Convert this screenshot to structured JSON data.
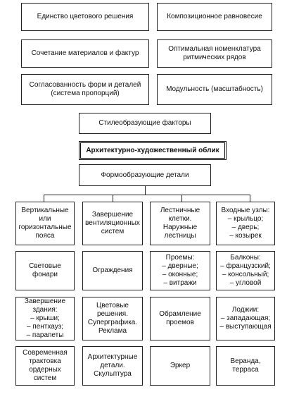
{
  "top_boxes": {
    "r1_left": "Единство цветового решения",
    "r1_right": "Композиционное равновесие",
    "r2_left": "Сочетание материалов и фактур",
    "r2_right_1": "Оптимальная номенклатура",
    "r2_right_2": "ритмических рядов",
    "r3_left_1": "Согласованность форм и деталей",
    "r3_left_2": "(система пропорций)",
    "r3_right": "Модульность (масштабность)"
  },
  "center": {
    "style_factors": "Стилеобразующие факторы",
    "arch_look": "Архитектурно-художественный облик",
    "form_details": "Формообразующие детали"
  },
  "grid": {
    "c1": {
      "r1_1": "Вертикальные или",
      "r1_2": "горизонтальные",
      "r1_3": "пояса",
      "r2": "Световые фонари",
      "r3_1": "Завершение",
      "r3_2": "здания:",
      "r3_3": "– крыши;",
      "r3_4": "– пентхауз;",
      "r3_5": "– парапеты",
      "r4_1": "Современная",
      "r4_2": "трактовка",
      "r4_3": "ордерных систем"
    },
    "c2": {
      "r1_1": "Завершение",
      "r1_2": "вентиляционных",
      "r1_3": "систем",
      "r2": "Ограждения",
      "r3_1": "Цветовые",
      "r3_2": "решения.",
      "r3_3": "Суперграфика.",
      "r3_4": "Реклама",
      "r4_1": "Архитектурные",
      "r4_2": "детали.",
      "r4_3": "Скульптура"
    },
    "c3": {
      "r1_1": "Лестничные",
      "r1_2": "клетки.",
      "r1_3": "Наружные",
      "r1_4": "лестницы",
      "r2_1": "Проемы:",
      "r2_2": "– дверные;",
      "r2_3": "– оконные;",
      "r2_4": "– витражи",
      "r3_1": "Обрамление",
      "r3_2": "проемов",
      "r4": "Эркер"
    },
    "c4": {
      "r1_1": "Входные узлы:",
      "r1_2": "– крыльцо;",
      "r1_3": "– дверь;",
      "r1_4": "– козырек",
      "r2_1": "Балконы:",
      "r2_2": "– французский;",
      "r2_3": "– консольный;",
      "r2_4": "– угловой",
      "r3_1": "Лоджии:",
      "r3_2": "– западающая;",
      "r3_3": "– выступающая",
      "r4": "Веранда, терраса"
    }
  }
}
